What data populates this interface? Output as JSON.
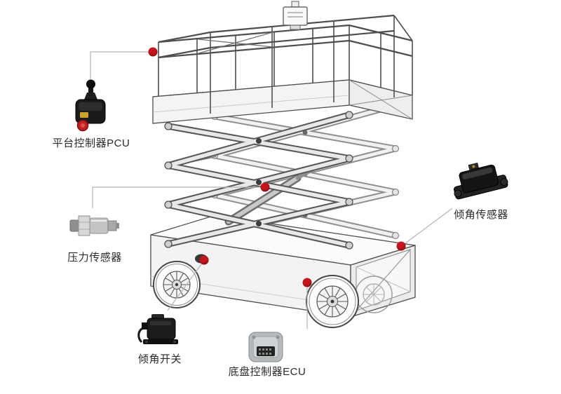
{
  "page": {
    "background": "#ffffff"
  },
  "colors": {
    "marker_red": "#c4161c",
    "callout_line": "#b3b3b3",
    "label_text": "#2b2b2b",
    "wireframe_stroke": "#4e4e4e"
  },
  "illustration": {
    "subject": "scissor-lift-wireframe-drawing"
  },
  "callouts": [
    {
      "id": "pcu",
      "label": "平台控制器PCU",
      "icon": "joystick-controller-icon"
    },
    {
      "id": "pressure-sensor",
      "label": "压力传感器",
      "icon": "pressure-sensor-icon"
    },
    {
      "id": "tilt-switch",
      "label": "倾角开关",
      "icon": "tilt-switch-icon"
    },
    {
      "id": "chassis-ecu",
      "label": "底盘控制器ECU",
      "icon": "ecu-module-icon"
    },
    {
      "id": "tilt-sensor",
      "label": "倾角传感器",
      "icon": "tilt-sensor-icon"
    }
  ]
}
